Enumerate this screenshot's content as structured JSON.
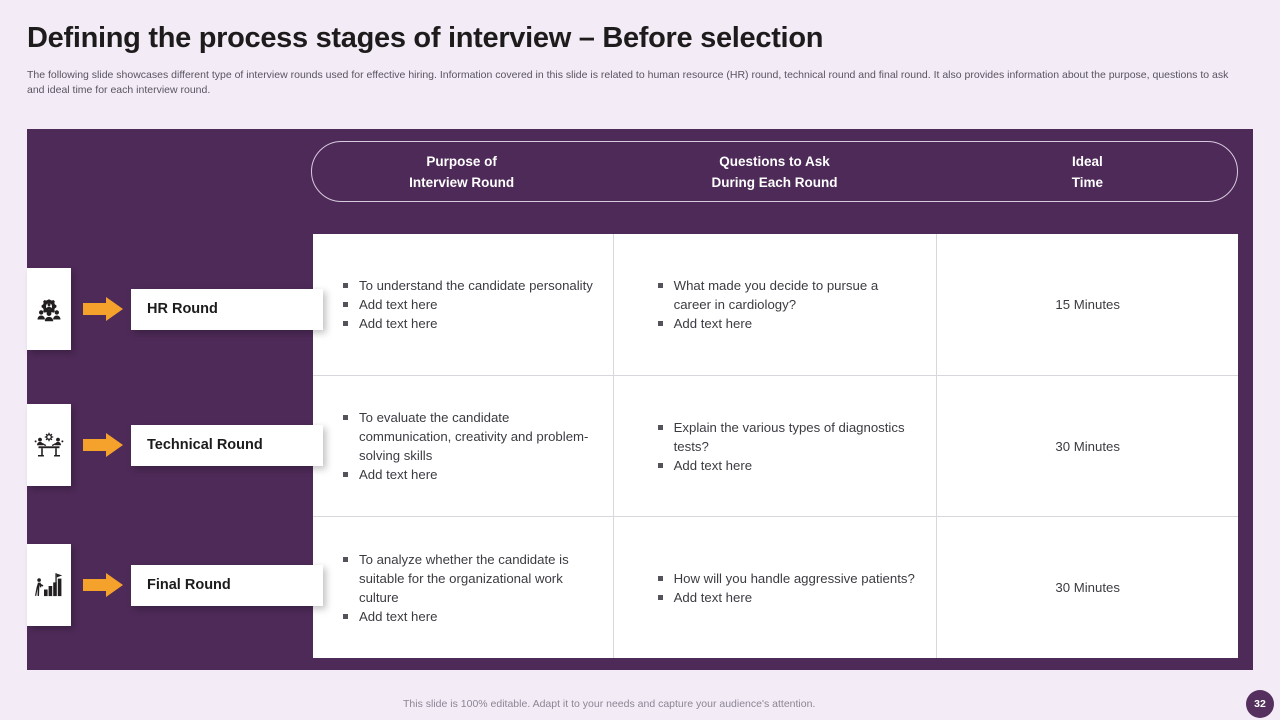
{
  "slide": {
    "title": "Defining the process stages of interview – Before selection",
    "subtitle": "The following slide showcases different type of interview rounds used for effective hiring. Information covered in this slide is related to human resource (HR) round, technical round and final round. It also provides information about the purpose, questions to ask and ideal time for each interview round.",
    "page_number": "32",
    "footer_note": "This slide is 100% editable. Adapt it to your needs and capture your audience's attention."
  },
  "colors": {
    "background": "#f3ebf5",
    "panel_purple": "#4e2a58",
    "badge_purple": "#55305f",
    "arrow_orange": "#f5a22c",
    "table_white": "#ffffff",
    "divider_gray": "#d9d7dc",
    "body_text": "#3d3b42",
    "subtitle_text": "#585562"
  },
  "table": {
    "headers": [
      {
        "line1": "Purpose of",
        "line2": "Interview Round"
      },
      {
        "line1": "Questions to Ask",
        "line2": "During Each Round"
      },
      {
        "line1": "Ideal",
        "line2": "Time"
      }
    ],
    "rows": [
      {
        "purpose": [
          "To understand the candidate personality",
          "Add text here",
          "Add text here"
        ],
        "questions": [
          "What made you decide to pursue a career in cardiology?",
          "Add text here"
        ],
        "time": "15 Minutes"
      },
      {
        "purpose": [
          "To evaluate the candidate communication, creativity and problem-solving skills",
          "Add text here"
        ],
        "questions": [
          "Explain the various types of diagnostics tests?",
          "Add text here"
        ],
        "time": "30 Minutes"
      },
      {
        "purpose": [
          "To analyze whether the candidate is suitable for the organizational work culture",
          "Add text here"
        ],
        "questions": [
          "How will you handle aggressive patients?",
          "Add text here"
        ],
        "time": "30 Minutes"
      }
    ]
  },
  "stages": [
    {
      "label": "HR Round",
      "icon": "gear-people-icon"
    },
    {
      "label": "Technical Round",
      "icon": "interview-table-gear-icon"
    },
    {
      "label": "Final Round",
      "icon": "growth-flag-icon"
    }
  ]
}
